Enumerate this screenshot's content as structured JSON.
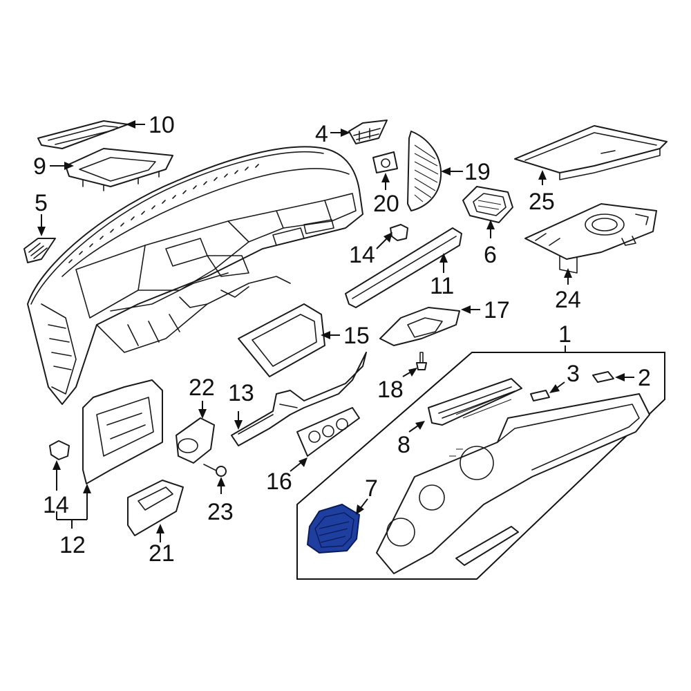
{
  "callouts": {
    "c1": "1",
    "c2": "2",
    "c3": "3",
    "c4": "4",
    "c5": "5",
    "c6": "6",
    "c7": "7",
    "c8": "8",
    "c9": "9",
    "c10": "10",
    "c11": "11",
    "c12": "12",
    "c13": "13",
    "c14a": "14",
    "c14b": "14",
    "c15": "15",
    "c16": "16",
    "c17": "17",
    "c18": "18",
    "c19": "19",
    "c20": "20",
    "c21": "21",
    "c22": "22",
    "c23": "23",
    "c24": "24",
    "c25": "25"
  },
  "highlight": {
    "part": "7",
    "color": "#1e3fa0"
  }
}
